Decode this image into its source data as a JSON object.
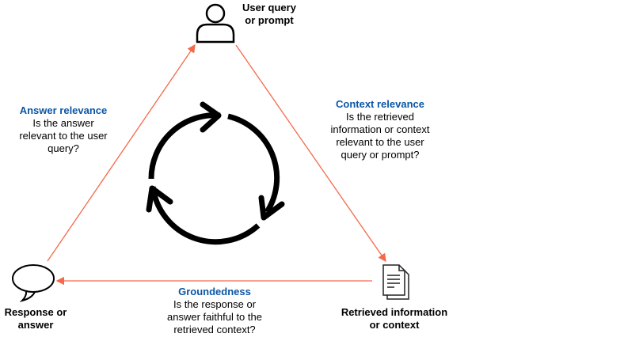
{
  "nodes": {
    "user": {
      "label": "User query or prompt",
      "line1": "User query",
      "line2": "or prompt",
      "icon": "user-icon"
    },
    "context": {
      "label": "Retrieved information or context",
      "line1": "Retrieved information",
      "line2": "or context",
      "icon": "document-icon"
    },
    "response": {
      "label": "Response or answer",
      "line1": "Response or",
      "line2": "answer",
      "icon": "speech-bubble-icon"
    }
  },
  "edges": {
    "answer_relevance": {
      "title": "Answer relevance",
      "lines": [
        "Is the answer",
        "relevant to the user",
        "query?"
      ]
    },
    "context_relevance": {
      "title": "Context relevance",
      "lines": [
        "Is the retrieved",
        "information or context",
        "relevant to the user",
        "query or prompt?"
      ]
    },
    "groundedness": {
      "title": "Groundedness",
      "lines": [
        "Is the response or",
        "answer faithful to the",
        "retrieved context?"
      ]
    }
  },
  "colors": {
    "edge": "#f4694a",
    "title": "#0b56a5"
  }
}
